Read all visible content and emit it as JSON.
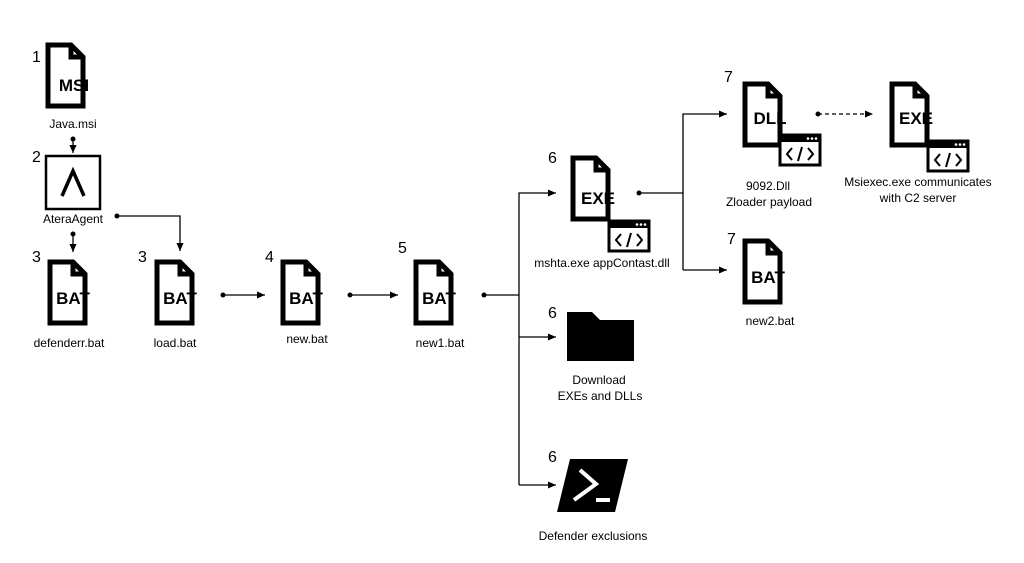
{
  "nodes": {
    "java_msi": {
      "step": "1",
      "tag": "MSI",
      "label": "Java.msi"
    },
    "atera": {
      "step": "2",
      "label": "AteraAgent"
    },
    "defenderr": {
      "step": "3",
      "tag": "BAT",
      "label": "defenderr.bat"
    },
    "load": {
      "step": "3",
      "tag": "BAT",
      "label": "load.bat"
    },
    "new": {
      "step": "4",
      "tag": "BAT",
      "label": "new.bat"
    },
    "new1": {
      "step": "5",
      "tag": "BAT",
      "label": "new1.bat"
    },
    "mshta": {
      "step": "6",
      "tag": "EXE",
      "label": "mshta.exe appContast.dll"
    },
    "download": {
      "step": "6",
      "label_line1": "Download",
      "label_line2": "EXEs and DLLs"
    },
    "powershell": {
      "step": "6",
      "label": "Defender exclusions"
    },
    "dll": {
      "step": "7",
      "tag": "DLL",
      "label_line1": "9092.Dll",
      "label_line2": "Zloader payload"
    },
    "new2": {
      "step": "7",
      "tag": "BAT",
      "label": "new2.bat"
    },
    "msiexec": {
      "tag": "EXE",
      "label_line1": "Msiexec.exe communicates",
      "label_line2": "with C2 server"
    }
  },
  "icons": {
    "file": "document-icon",
    "code": "code-window-icon",
    "folder": "folder-icon",
    "shell": "powershell-icon",
    "atera": "atera-agent-icon"
  },
  "colors": {
    "ink": "#000000",
    "background": "#ffffff"
  }
}
